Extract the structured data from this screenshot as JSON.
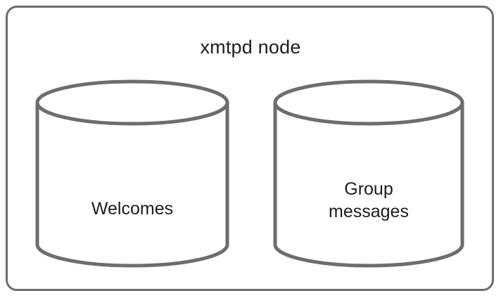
{
  "diagram": {
    "title": "xmtpd node",
    "stroke_color": "#6d6d6d",
    "text_color": "#1d1d1d",
    "background": "#ffffff",
    "stores": [
      {
        "id": "welcomes",
        "label": "Welcomes",
        "shape": "cylinder"
      },
      {
        "id": "group-messages",
        "label_line1": "Group",
        "label_line2": "messages",
        "shape": "cylinder"
      }
    ]
  }
}
